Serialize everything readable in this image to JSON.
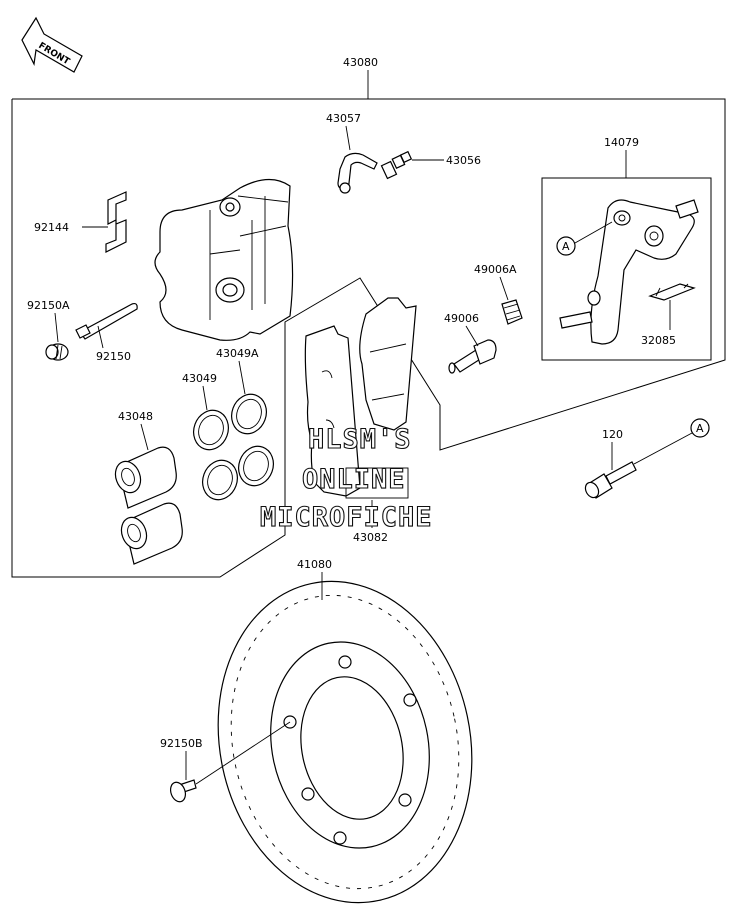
{
  "front_arrow": {
    "label": "FRONT"
  },
  "groups": {
    "caliper_assy": "43080",
    "pad_assy": "43082",
    "holder": "14079"
  },
  "parts": {
    "bleeder_cap": "43057",
    "bleeder_valve": "43056",
    "pad_spring": "92144",
    "plug": "92150A",
    "pin": "92150",
    "seal_a": "43049A",
    "seal": "43049",
    "piston": "43048",
    "boot_a": "49006A",
    "boot": "49006",
    "spring": "32085",
    "bolt": "120",
    "disc": "41080",
    "disc_bolt": "92150B"
  },
  "ref_marker": "A",
  "watermark": [
    "HLSM'S",
    "ONLINE",
    "MICROFICHE"
  ]
}
